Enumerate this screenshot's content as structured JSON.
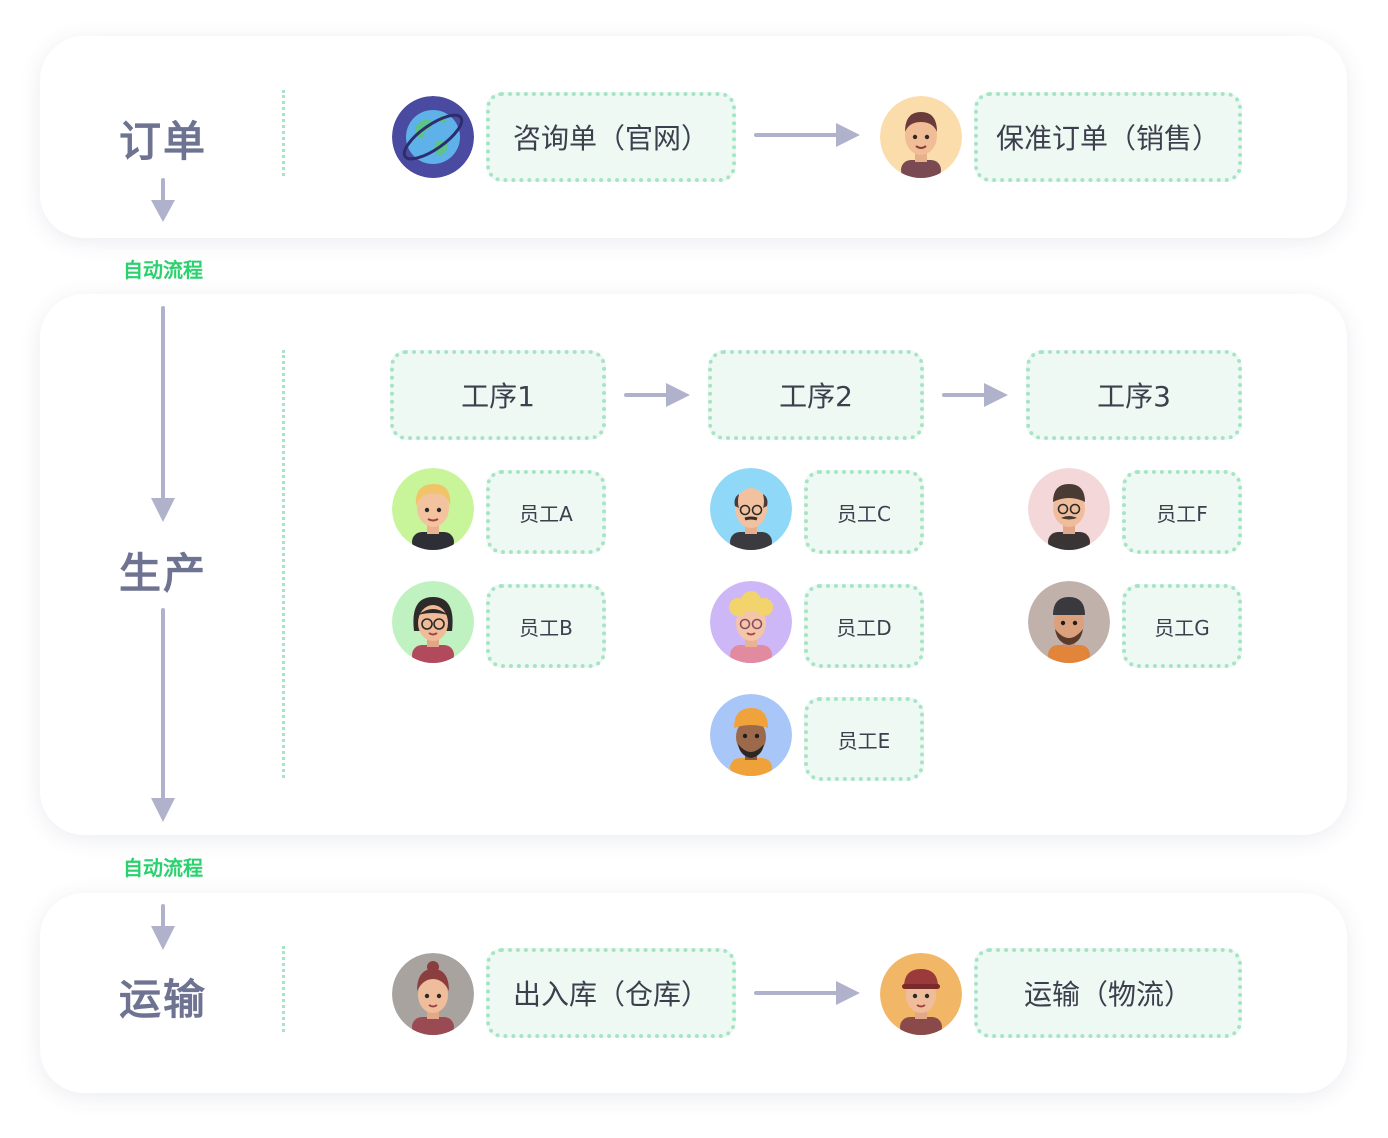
{
  "stages": {
    "order": {
      "label": "订单",
      "source_box": "咨询单（官网）",
      "target_box": "保准订单（销售）"
    },
    "production": {
      "label": "生产",
      "steps": [
        {
          "label": "工序1",
          "workers": [
            "员工A",
            "员工B"
          ]
        },
        {
          "label": "工序2",
          "workers": [
            "员工C",
            "员工D",
            "员工E"
          ]
        },
        {
          "label": "工序3",
          "workers": [
            "员工F",
            "员工G"
          ]
        }
      ]
    },
    "shipping": {
      "label": "运输",
      "source_box": "出入库（仓库）",
      "target_box": "运输（物流）"
    }
  },
  "transitions": {
    "first": "自动流程",
    "second": "自动流程"
  },
  "icons": {
    "globe": "globe-icon",
    "avatar": "person-avatar-icon",
    "arrow": "arrow-right-icon",
    "flow_arrow": "arrow-down-icon"
  },
  "colors": {
    "box_fill": "#eff9f4",
    "box_border": "#a7e4c6",
    "stage_label": "#6f7392",
    "arrow": "#b0b2cc",
    "auto_label": "#2bd16e"
  }
}
